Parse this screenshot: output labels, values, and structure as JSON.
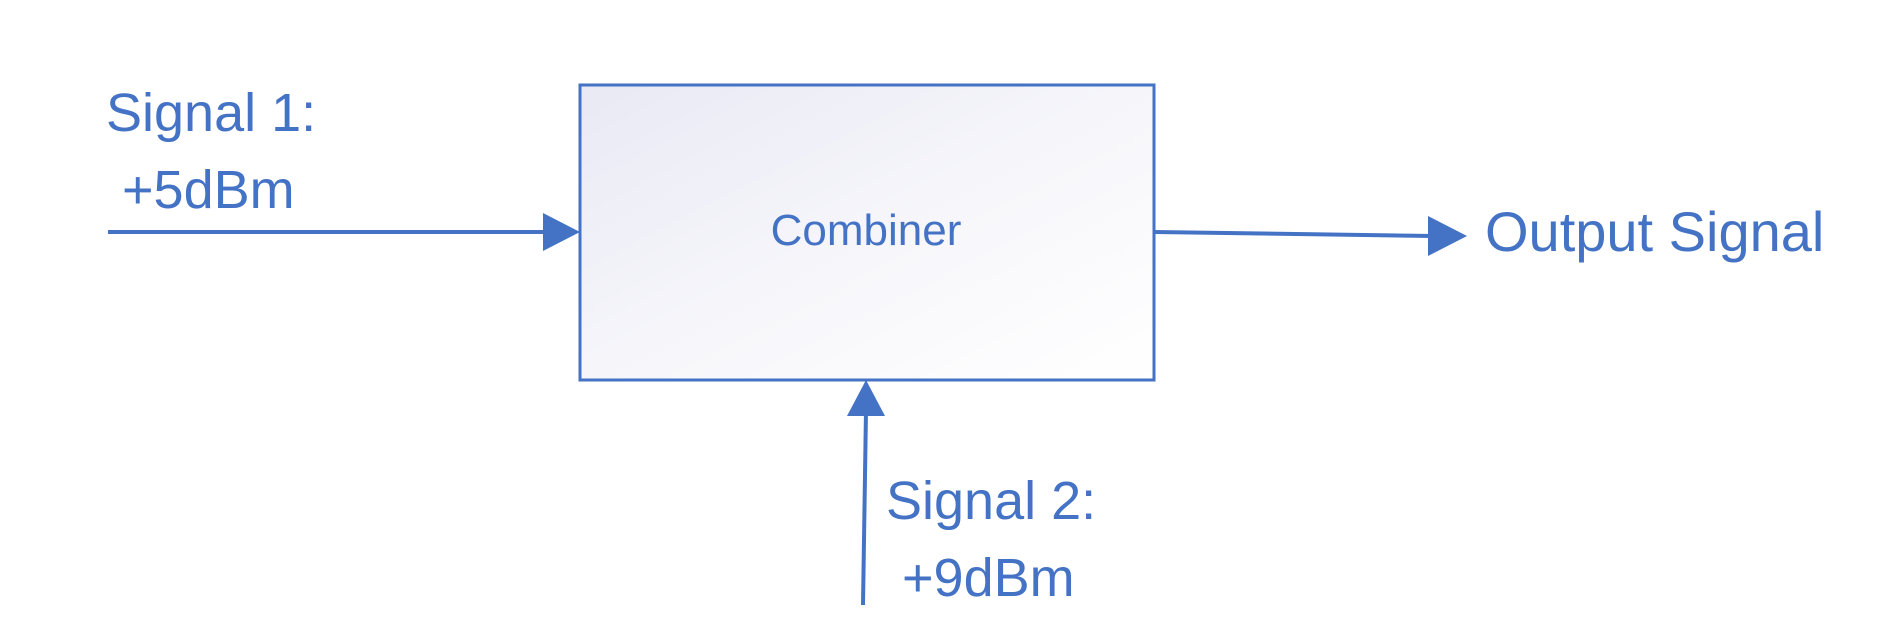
{
  "colors": {
    "accent": "#4472C4",
    "box_fill_start": "#E8E9F4",
    "box_fill_end": "#FFFFFF",
    "background": "#FFFFFF"
  },
  "signal1": {
    "line1": "Signal 1:",
    "line2": "+5dBm"
  },
  "combiner": {
    "label": "Combiner"
  },
  "output": {
    "label": "Output Signal"
  },
  "signal2": {
    "line1": "Signal 2:",
    "line2": "+9dBm"
  }
}
